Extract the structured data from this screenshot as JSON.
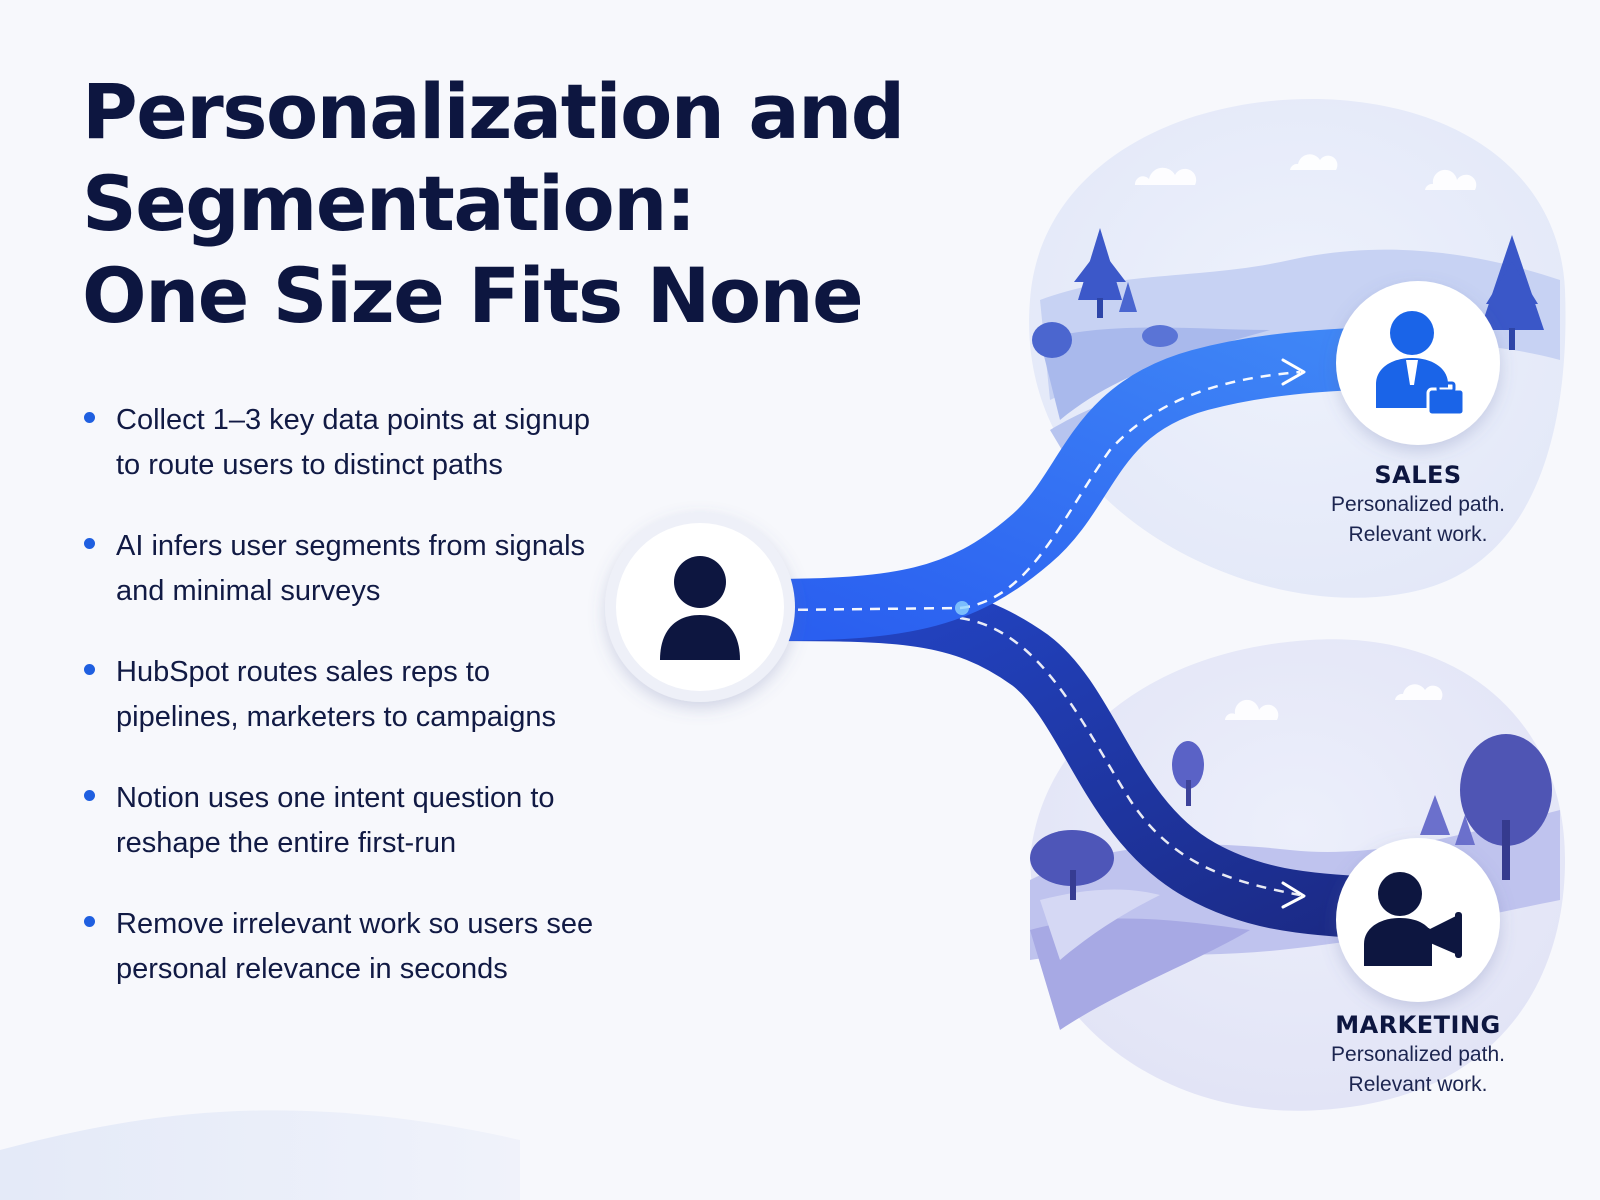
{
  "title_lines": [
    "Personalization and",
    "Segmentation:",
    "One Size Fits None"
  ],
  "bullets": [
    [
      "Collect 1–3 key data points at signup",
      "to route users to distinct paths"
    ],
    [
      "AI infers user segments from signals",
      "and minimal surveys"
    ],
    [
      "HubSpot routes sales reps to",
      "pipelines, marketers to campaigns"
    ],
    [
      "Notion uses one intent question to",
      "reshape the entire first-run"
    ],
    [
      "Remove irrelevant work so users see",
      "personal relevance in seconds"
    ]
  ],
  "diagram": {
    "start_node": {
      "icon": "user-icon"
    },
    "branches": [
      {
        "icon": "salesperson-briefcase-icon",
        "name": "SALES",
        "desc_lines": [
          "Personalized path.",
          "Relevant work."
        ]
      },
      {
        "icon": "marketer-megaphone-icon",
        "name": "MARKETING",
        "desc_lines": [
          "Personalized path.",
          "Relevant work."
        ]
      }
    ]
  },
  "colors": {
    "title": "#0d1640",
    "bullet_dot": "#1f5fe0",
    "sales_path": "#2f6df0",
    "marketing_path": "#1e2f8f",
    "sales_icon": "#1a64e8",
    "marketing_icon": "#0d1640"
  }
}
